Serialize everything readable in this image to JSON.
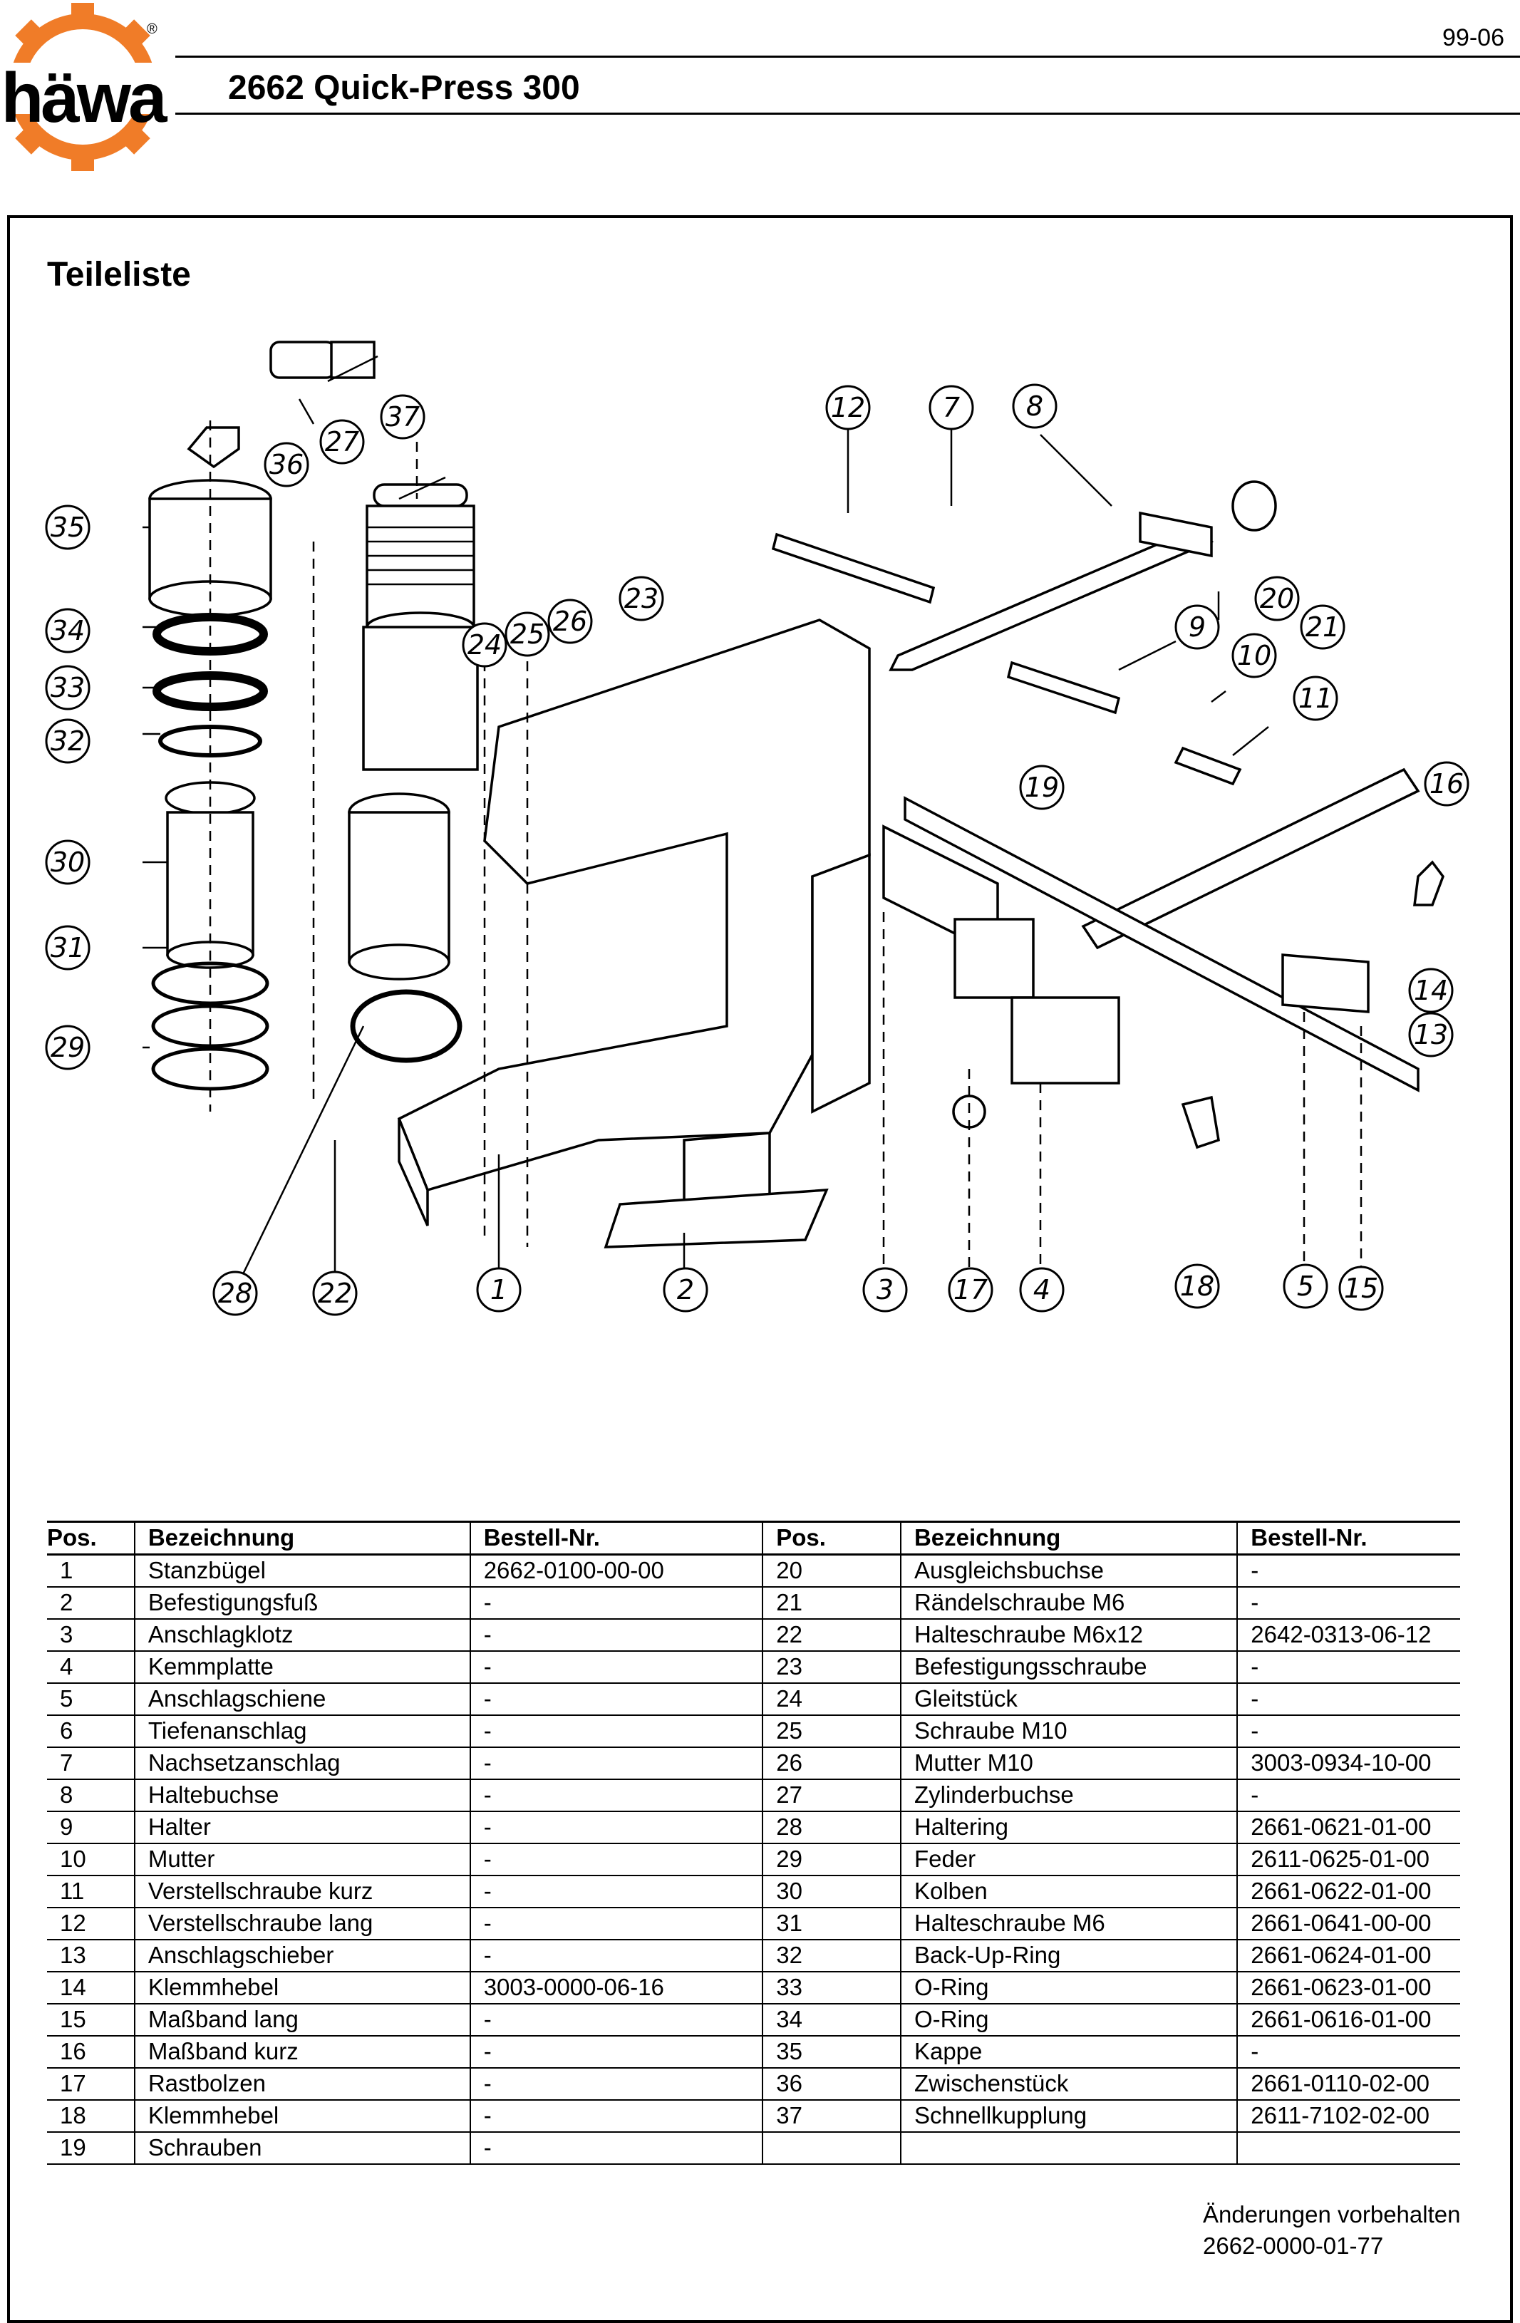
{
  "header": {
    "brand": "häwa",
    "registered_mark": "®",
    "revision": "99-06",
    "title": "2662 Quick-Press 300",
    "logo_color": "#f07c28"
  },
  "section_title": "Teileliste",
  "drawing": {
    "callouts": [
      "1",
      "2",
      "3",
      "4",
      "5",
      "7",
      "8",
      "9",
      "10",
      "11",
      "12",
      "13",
      "14",
      "15",
      "16",
      "17",
      "18",
      "19",
      "20",
      "21",
      "22",
      "23",
      "24",
      "25",
      "26",
      "27",
      "28",
      "29",
      "30",
      "31",
      "32",
      "33",
      "34",
      "35",
      "36",
      "37"
    ]
  },
  "table": {
    "headers": [
      "Pos.",
      "Bezeichnung",
      "Bestell-Nr.",
      "Pos.",
      "Bezeichnung",
      "Bestell-Nr."
    ],
    "rows": [
      [
        "1",
        "Stanzbügel",
        "2662-0100-00-00",
        "20",
        "Ausgleichsbuchse",
        "-"
      ],
      [
        "2",
        "Befestigungsfuß",
        "-",
        "21",
        "Rändelschraube M6",
        "-"
      ],
      [
        "3",
        "Anschlagklotz",
        "-",
        "22",
        "Halteschraube M6x12",
        "2642-0313-06-12"
      ],
      [
        "4",
        "Kemmplatte",
        "-",
        "23",
        "Befestigungsschraube",
        "-"
      ],
      [
        "5",
        "Anschlagschiene",
        "-",
        "24",
        "Gleitstück",
        "-"
      ],
      [
        "6",
        "Tiefenanschlag",
        "-",
        "25",
        "Schraube M10",
        "-"
      ],
      [
        "7",
        "Nachsetzanschlag",
        "-",
        "26",
        "Mutter M10",
        "3003-0934-10-00"
      ],
      [
        "8",
        "Haltebuchse",
        "-",
        "27",
        "Zylinderbuchse",
        "-"
      ],
      [
        "9",
        "Halter",
        "-",
        "28",
        "Haltering",
        "2661-0621-01-00"
      ],
      [
        "10",
        "Mutter",
        "-",
        "29",
        "Feder",
        "2611-0625-01-00"
      ],
      [
        "11",
        "Verstellschraube kurz",
        "-",
        "30",
        "Kolben",
        "2661-0622-01-00"
      ],
      [
        "12",
        "Verstellschraube lang",
        "-",
        "31",
        "Halteschraube M6",
        "2661-0641-00-00"
      ],
      [
        "13",
        "Anschlagschieber",
        "-",
        "32",
        "Back-Up-Ring",
        "2661-0624-01-00"
      ],
      [
        "14",
        "Klemmhebel",
        "3003-0000-06-16",
        "33",
        "O-Ring",
        "2661-0623-01-00"
      ],
      [
        "15",
        "Maßband lang",
        "-",
        "34",
        "O-Ring",
        "2661-0616-01-00"
      ],
      [
        "16",
        "Maßband kurz",
        "-",
        "35",
        "Kappe",
        "-"
      ],
      [
        "17",
        "Rastbolzen",
        "-",
        "36",
        "Zwischenstück",
        "2661-0110-02-00"
      ],
      [
        "18",
        "Klemmhebel",
        "-",
        "37",
        "Schnellkupplung",
        "2611-7102-02-00"
      ],
      [
        "19",
        "Schrauben",
        "-",
        "",
        "",
        ""
      ]
    ]
  },
  "footer": {
    "note": "Änderungen vorbehalten",
    "doc_number": "2662-0000-01-77"
  }
}
